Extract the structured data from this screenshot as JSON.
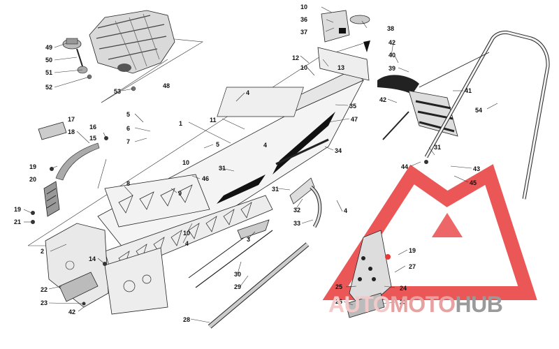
{
  "diagram": {
    "callouts": [
      {
        "id": "49",
        "text": "49"
      },
      {
        "id": "50",
        "text": "50"
      },
      {
        "id": "51",
        "text": "51"
      },
      {
        "id": "52",
        "text": "52"
      },
      {
        "id": "53",
        "text": "53"
      },
      {
        "id": "48",
        "text": "48"
      },
      {
        "id": "1",
        "text": "1"
      },
      {
        "id": "11",
        "text": "11"
      },
      {
        "id": "17",
        "text": "17"
      },
      {
        "id": "18",
        "text": "18"
      },
      {
        "id": "16",
        "text": "16"
      },
      {
        "id": "15",
        "text": "15"
      },
      {
        "id": "5a",
        "text": "5"
      },
      {
        "id": "6",
        "text": "6"
      },
      {
        "id": "7",
        "text": "7"
      },
      {
        "id": "5b",
        "text": "5"
      },
      {
        "id": "4a",
        "text": "4"
      },
      {
        "id": "4b",
        "text": "4"
      },
      {
        "id": "4c",
        "text": "4"
      },
      {
        "id": "4d",
        "text": "4"
      },
      {
        "id": "10a",
        "text": "10"
      },
      {
        "id": "10b",
        "text": "10"
      },
      {
        "id": "10c",
        "text": "10"
      },
      {
        "id": "10d",
        "text": "10"
      },
      {
        "id": "12",
        "text": "12"
      },
      {
        "id": "13",
        "text": "13"
      },
      {
        "id": "35",
        "text": "35"
      },
      {
        "id": "47",
        "text": "47"
      },
      {
        "id": "34",
        "text": "34"
      },
      {
        "id": "36",
        "text": "36"
      },
      {
        "id": "37",
        "text": "37"
      },
      {
        "id": "38",
        "text": "38"
      },
      {
        "id": "42a",
        "text": "42"
      },
      {
        "id": "40",
        "text": "40"
      },
      {
        "id": "39",
        "text": "39"
      },
      {
        "id": "41",
        "text": "41"
      },
      {
        "id": "42b",
        "text": "42"
      },
      {
        "id": "54",
        "text": "54"
      },
      {
        "id": "31a",
        "text": "31"
      },
      {
        "id": "44",
        "text": "44"
      },
      {
        "id": "43",
        "text": "43"
      },
      {
        "id": "45",
        "text": "45"
      },
      {
        "id": "19a",
        "text": "19"
      },
      {
        "id": "20",
        "text": "20"
      },
      {
        "id": "19b",
        "text": "19"
      },
      {
        "id": "21",
        "text": "21"
      },
      {
        "id": "8",
        "text": "8"
      },
      {
        "id": "9",
        "text": "9"
      },
      {
        "id": "46",
        "text": "46"
      },
      {
        "id": "31b",
        "text": "31"
      },
      {
        "id": "31c",
        "text": "31"
      },
      {
        "id": "32",
        "text": "32"
      },
      {
        "id": "33",
        "text": "33"
      },
      {
        "id": "2",
        "text": "2"
      },
      {
        "id": "14",
        "text": "14"
      },
      {
        "id": "22",
        "text": "22"
      },
      {
        "id": "23a",
        "text": "23"
      },
      {
        "id": "42c",
        "text": "42"
      },
      {
        "id": "3",
        "text": "3"
      },
      {
        "id": "30",
        "text": "30"
      },
      {
        "id": "29",
        "text": "29"
      },
      {
        "id": "28",
        "text": "28"
      },
      {
        "id": "19c",
        "text": "19"
      },
      {
        "id": "27",
        "text": "27"
      },
      {
        "id": "25",
        "text": "25"
      },
      {
        "id": "24",
        "text": "24"
      },
      {
        "id": "26",
        "text": "26"
      },
      {
        "id": "23b",
        "text": "23"
      }
    ]
  },
  "watermark": {
    "part1": "AUTO",
    "part2": "MOTO",
    "part3": "HUB",
    "color_light": "#f3c8c8",
    "color_mid": "#e8a0a0",
    "color_gray": "#9a9a9a",
    "logo_color": "#e8393a"
  }
}
